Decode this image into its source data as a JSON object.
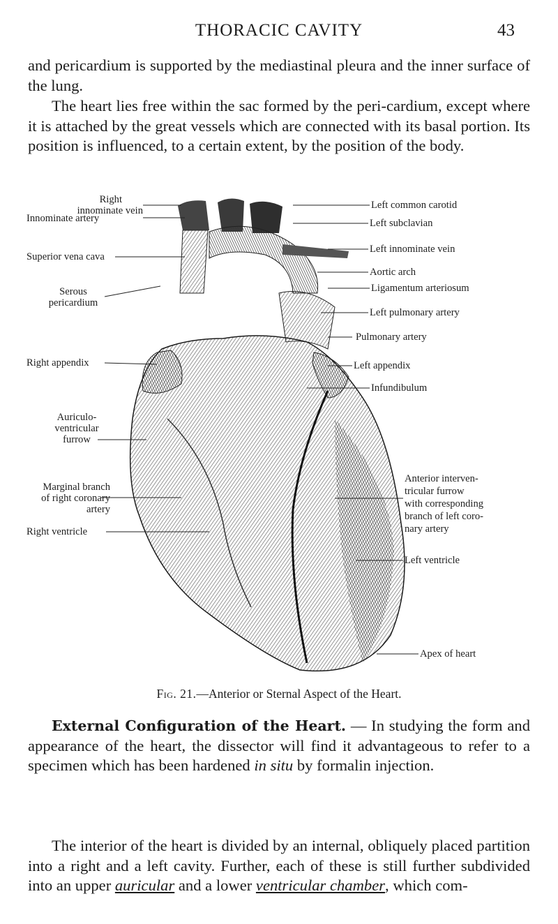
{
  "header": {
    "title": "THORACIC CAVITY",
    "page_number": "43"
  },
  "paragraphs": {
    "p1": "and pericardium is supported by the mediastinal pleura and the inner surface of the lung.",
    "p2": "The heart lies free within the sac formed by the peri-cardium, except where it is attached by the great vessels which are connected with its basal portion. Its position is influenced, to a certain extent, by the position of the body.",
    "p3_heading": "External Configuration of the Heart.",
    "p3_text": " — In studying the form and appearance of the heart, the dissector will find it advantageous to refer to a specimen which has been hardened ",
    "p3_italic": "in situ",
    "p3_text2": " by formalin injection.",
    "p4_text": "The interior of the heart is divided by an internal, obliquely placed partition into a right and a left cavity. Further, each of these is still further subdivided into an upper ",
    "p4_italic1": "auricular",
    "p4_text2": " and a lower ",
    "p4_italic2": "ventricular chamber",
    "p4_text3": ", which com-"
  },
  "figure": {
    "caption_fig": "Fig. 21.",
    "caption_text": "—Anterior or Sternal Aspect of the Heart.",
    "labels_left": {
      "right_innominate_vein_1": "Right",
      "right_innominate_vein_2": "innominate vein",
      "innominate_artery": "Innominate artery",
      "superior_vena_cava": "Superior vena cava",
      "serous_pericardium_1": "Serous",
      "serous_pericardium_2": "pericardium",
      "right_appendix": "Right appendix",
      "auriculo_ventricular_1": "Auriculo-",
      "auriculo_ventricular_2": "ventricular",
      "auriculo_ventricular_3": "furrow",
      "marginal_branch_1": "Marginal branch",
      "marginal_branch_2": "of right coronary",
      "marginal_branch_3": "artery",
      "right_ventricle": "Right ventricle"
    },
    "labels_right": {
      "left_common_carotid": "Left common carotid",
      "left_subclavian": "Left subclavian",
      "left_innominate_vein": "Left innominate vein",
      "aortic_arch": "Aortic arch",
      "ligamentum_arteriosum": "Ligamentum arteriosum",
      "left_pulmonary_artery": "Left pulmonary artery",
      "pulmonary_artery": "Pulmonary artery",
      "left_appendix": "Left appendix",
      "infundibulum": "Infundibulum",
      "anterior_furrow_1": "Anterior interven-",
      "anterior_furrow_2": "tricular furrow",
      "anterior_furrow_3": "with corresponding",
      "anterior_furrow_4": "branch of left coro-",
      "anterior_furrow_5": "nary artery",
      "left_ventricle": "Left ventricle",
      "apex_of_heart": "Apex of heart"
    }
  }
}
